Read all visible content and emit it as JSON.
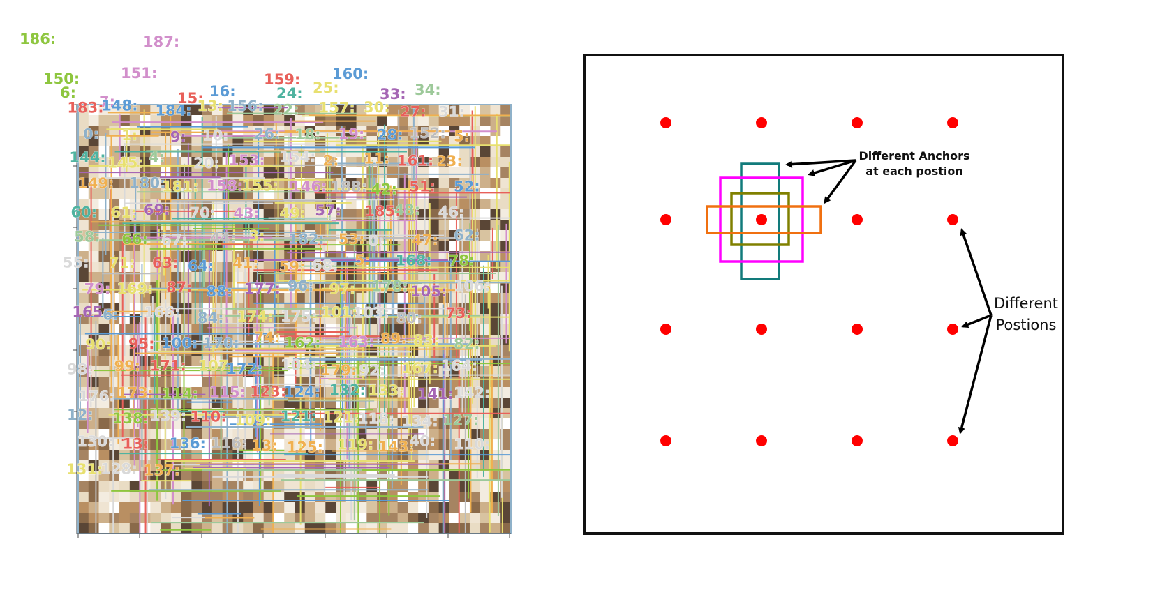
{
  "left_panel": {
    "labels": [
      {
        "text": "186:",
        "color": "#8ec63f"
      },
      {
        "text": "187:",
        "color": "#d28fcb"
      },
      {
        "text": "150:",
        "color": "#8ec63f"
      },
      {
        "text": "151:",
        "color": "#d28fcb"
      },
      {
        "text": "159:",
        "color": "#e8605a"
      },
      {
        "text": "160:",
        "color": "#5b9bd5"
      },
      {
        "text": "6:",
        "color": "#8ec63f"
      },
      {
        "text": "7:",
        "color": "#d28fcb"
      },
      {
        "text": "15:",
        "color": "#e8605a"
      },
      {
        "text": "16:",
        "color": "#5b9bd5"
      },
      {
        "text": "24:",
        "color": "#4fb3a0"
      },
      {
        "text": "25:",
        "color": "#e8e070"
      },
      {
        "text": "33:",
        "color": "#a566b4"
      },
      {
        "text": "34:",
        "color": "#9dc99a"
      },
      {
        "text": "183:",
        "color": "#e8605a"
      },
      {
        "text": "148:",
        "color": "#5b9bd5"
      },
      {
        "text": "184:",
        "color": "#5b9bd5"
      },
      {
        "text": "13:",
        "color": "#e8e070"
      },
      {
        "text": "156:",
        "color": "#8fb1c9"
      },
      {
        "text": "22:",
        "color": "#9dc99a"
      },
      {
        "text": "157:",
        "color": "#e8e070"
      },
      {
        "text": "30:",
        "color": "#e8e070"
      },
      {
        "text": "27:",
        "color": "#e8605a"
      },
      {
        "text": "31:",
        "color": "#d9d9d9"
      },
      {
        "text": "0:",
        "color": "#8fb1c9"
      },
      {
        "text": "1:",
        "color": "#e8e070"
      },
      {
        "text": "9:",
        "color": "#a566b4"
      },
      {
        "text": "10:",
        "color": "#d9d9d9"
      },
      {
        "text": "26:",
        "color": "#8fb1c9"
      },
      {
        "text": "18:",
        "color": "#9dc99a"
      },
      {
        "text": "19:",
        "color": "#d28fcb"
      },
      {
        "text": "28:",
        "color": "#5b9bd5"
      },
      {
        "text": "152:",
        "color": "#bdbdbd"
      },
      {
        "text": "5:",
        "color": "#f0b050"
      },
      {
        "text": "144:",
        "color": "#4fb3a0"
      },
      {
        "text": "145:",
        "color": "#e8e070"
      },
      {
        "text": "4:",
        "color": "#9dc99a"
      },
      {
        "text": "20:",
        "color": "#d9d9d9"
      },
      {
        "text": "153:",
        "color": "#d28fcb"
      },
      {
        "text": "154:",
        "color": "#d9d9d9"
      },
      {
        "text": "2:",
        "color": "#f0b050"
      },
      {
        "text": "11:",
        "color": "#f0b050"
      },
      {
        "text": "161:",
        "color": "#e8605a"
      },
      {
        "text": "23:",
        "color": "#f0b050"
      },
      {
        "text": "149:",
        "color": "#f0b050"
      },
      {
        "text": "180:",
        "color": "#8fb1c9"
      },
      {
        "text": "181:",
        "color": "#e8e070"
      },
      {
        "text": "158:",
        "color": "#d28fcb"
      },
      {
        "text": "155:",
        "color": "#e8e070"
      },
      {
        "text": "146:",
        "color": "#d28fcb"
      },
      {
        "text": "188:",
        "color": "#bdbdbd"
      },
      {
        "text": "42:",
        "color": "#8ec63f"
      },
      {
        "text": "51:",
        "color": "#e8605a"
      },
      {
        "text": "52:",
        "color": "#5b9bd5"
      },
      {
        "text": "60:",
        "color": "#4fb3a0"
      },
      {
        "text": "61:",
        "color": "#e8e070"
      },
      {
        "text": "69:",
        "color": "#a566b4"
      },
      {
        "text": "70:",
        "color": "#d9d9d9"
      },
      {
        "text": "43:",
        "color": "#d28fcb"
      },
      {
        "text": "49:",
        "color": "#e8e070"
      },
      {
        "text": "57:",
        "color": "#a566b4"
      },
      {
        "text": "185:",
        "color": "#e8605a"
      },
      {
        "text": "48:",
        "color": "#9dc99a"
      },
      {
        "text": "46:",
        "color": "#d9d9d9"
      },
      {
        "text": "58:",
        "color": "#9dc99a"
      },
      {
        "text": "66:",
        "color": "#8ec63f"
      },
      {
        "text": "67:",
        "color": "#d9d9d9"
      },
      {
        "text": "44:",
        "color": "#bdbdbd"
      },
      {
        "text": "3:",
        "color": "#e8e070"
      },
      {
        "text": "182:",
        "color": "#8fb1c9"
      },
      {
        "text": "53:",
        "color": "#f0b050"
      },
      {
        "text": "0:",
        "color": "#d9d9d9"
      },
      {
        "text": "47:",
        "color": "#f0b050"
      },
      {
        "text": "62:",
        "color": "#8fb1c9"
      },
      {
        "text": "55:",
        "color": "#d9d9d9"
      },
      {
        "text": "71:",
        "color": "#e8e070"
      },
      {
        "text": "63:",
        "color": "#e8605a"
      },
      {
        "text": "64:",
        "color": "#5b9bd5"
      },
      {
        "text": "41:",
        "color": "#f0b050"
      },
      {
        "text": "59:",
        "color": "#f0b050"
      },
      {
        "text": "68:",
        "color": "#d9d9d9"
      },
      {
        "text": "5:",
        "color": "#f0b050"
      },
      {
        "text": "168:",
        "color": "#4fb3a0"
      },
      {
        "text": "78:",
        "color": "#8ec63f"
      },
      {
        "text": "79:",
        "color": "#d28fcb"
      },
      {
        "text": "169:",
        "color": "#e8e070"
      },
      {
        "text": "87:",
        "color": "#e8605a"
      },
      {
        "text": "88:",
        "color": "#5b9bd5"
      },
      {
        "text": "177:",
        "color": "#a566b4"
      },
      {
        "text": "96:",
        "color": "#8fb1c9"
      },
      {
        "text": "97:",
        "color": "#e8e070"
      },
      {
        "text": "178:",
        "color": "#9dc99a"
      },
      {
        "text": "105:",
        "color": "#a566b4"
      },
      {
        "text": "106:",
        "color": "#d9d9d9"
      },
      {
        "text": "165:",
        "color": "#a566b4"
      },
      {
        "text": "6:",
        "color": "#8fb1c9"
      },
      {
        "text": "166:",
        "color": "#d9d9d9"
      },
      {
        "text": "84:",
        "color": "#8fb1c9"
      },
      {
        "text": "174:",
        "color": "#e8e070"
      },
      {
        "text": "175:",
        "color": "#d9d9d9"
      },
      {
        "text": "101:",
        "color": "#e8e070"
      },
      {
        "text": "103:",
        "color": "#d9d9d9"
      },
      {
        "text": "80:",
        "color": "#bdbdbd"
      },
      {
        "text": "73:",
        "color": "#e8605a"
      },
      {
        "text": "90:",
        "color": "#e8e070"
      },
      {
        "text": "95:",
        "color": "#e8605a"
      },
      {
        "text": "100:",
        "color": "#5b9bd5"
      },
      {
        "text": "170:",
        "color": "#8fb1c9"
      },
      {
        "text": "74:",
        "color": "#f0b050"
      },
      {
        "text": "162:",
        "color": "#8ec63f"
      },
      {
        "text": "163:",
        "color": "#d28fcb"
      },
      {
        "text": "89:",
        "color": "#f0b050"
      },
      {
        "text": "83:",
        "color": "#e8e070"
      },
      {
        "text": "82:",
        "color": "#9dc99a"
      },
      {
        "text": "98:",
        "color": "#d9d9d9"
      },
      {
        "text": "99:",
        "color": "#f0b050"
      },
      {
        "text": "171:",
        "color": "#e8605a"
      },
      {
        "text": "107:",
        "color": "#e8e070"
      },
      {
        "text": "172:",
        "color": "#5b9bd5"
      },
      {
        "text": "104:",
        "color": "#d9d9d9"
      },
      {
        "text": "179:",
        "color": "#f0b050"
      },
      {
        "text": "92:",
        "color": "#d9d9d9"
      },
      {
        "text": "167:",
        "color": "#e8e070"
      },
      {
        "text": "164:",
        "color": "#d9d9d9"
      },
      {
        "text": "176:",
        "color": "#d9d9d9"
      },
      {
        "text": "173:",
        "color": "#f0b050"
      },
      {
        "text": "114:",
        "color": "#8ec63f"
      },
      {
        "text": "115:",
        "color": "#d28fcb"
      },
      {
        "text": "123:",
        "color": "#e8605a"
      },
      {
        "text": "124:",
        "color": "#5b9bd5"
      },
      {
        "text": "132:",
        "color": "#4fb3a0"
      },
      {
        "text": "133:",
        "color": "#e8e070"
      },
      {
        "text": "141:",
        "color": "#a566b4"
      },
      {
        "text": "142:",
        "color": "#d9d9d9"
      },
      {
        "text": "12:",
        "color": "#8fb1c9"
      },
      {
        "text": "138:",
        "color": "#8ec63f"
      },
      {
        "text": "139:",
        "color": "#d9d9d9"
      },
      {
        "text": "110:",
        "color": "#e8605a"
      },
      {
        "text": "109:",
        "color": "#e8e070"
      },
      {
        "text": "121:",
        "color": "#4fb3a0"
      },
      {
        "text": "121:",
        "color": "#e8e070"
      },
      {
        "text": "118:",
        "color": "#d9d9d9"
      },
      {
        "text": "134:",
        "color": "#d9d9d9"
      },
      {
        "text": "127:",
        "color": "#9dc99a"
      },
      {
        "text": "130:",
        "color": "#d9d9d9"
      },
      {
        "text": "13:",
        "color": "#e8605a"
      },
      {
        "text": "136:",
        "color": "#5b9bd5"
      },
      {
        "text": "116:",
        "color": "#bdbdbd"
      },
      {
        "text": "13:",
        "color": "#f0b050"
      },
      {
        "text": "125:",
        "color": "#f0b050"
      },
      {
        "text": "119:",
        "color": "#e8e070"
      },
      {
        "text": "143:",
        "color": "#f0b050"
      },
      {
        "text": "40:",
        "color": "#d9d9d9"
      },
      {
        "text": "110:",
        "color": "#d9d9d9"
      },
      {
        "text": "131:",
        "color": "#e8e070"
      },
      {
        "text": "128:",
        "color": "#d9d9d9"
      },
      {
        "text": "137:",
        "color": "#f0b050"
      }
    ]
  },
  "right_panel": {
    "annotations": {
      "anchors_line1": "Different Anchors",
      "anchors_line2": "at each postion",
      "positions_line1": "Different",
      "positions_line2": "Postions"
    },
    "colors": {
      "frame": "#111111",
      "dot": "#ff0000",
      "anchor_tall": "#127b7b",
      "anchor_square_large": "#ff00ff",
      "anchor_square_small": "#808000",
      "anchor_wide": "#f07010",
      "arrow": "#000000"
    }
  }
}
